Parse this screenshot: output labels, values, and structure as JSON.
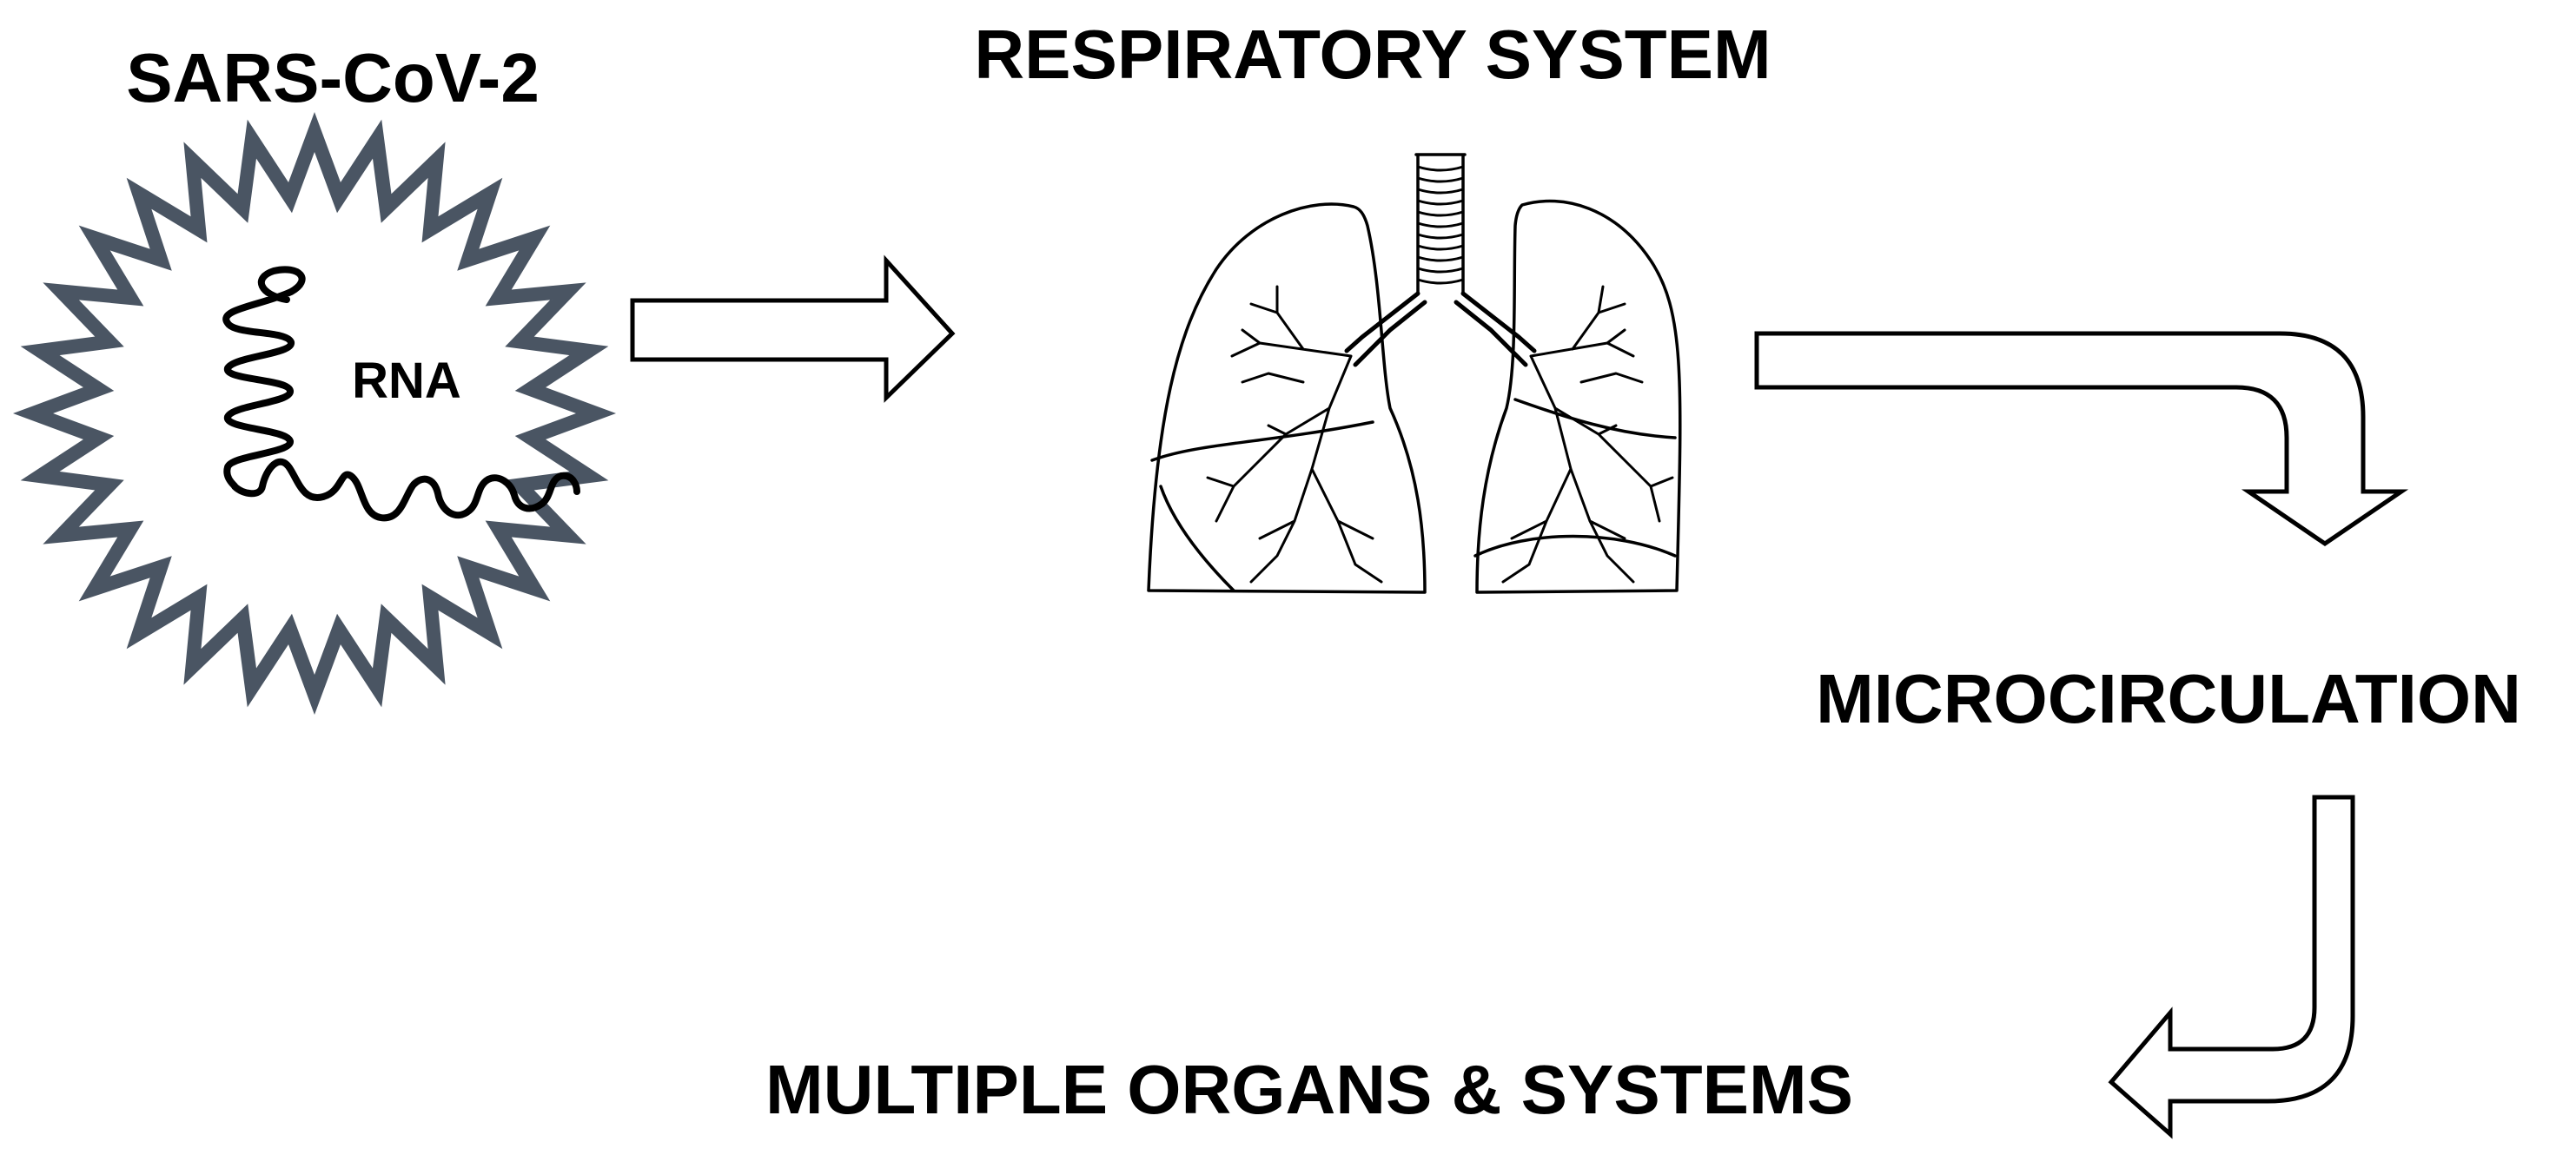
{
  "virus": {
    "title": "SARS-CoV-2",
    "inner_label": "RNA"
  },
  "respiratory": {
    "title": "RESPIRATORY SYSTEM"
  },
  "microcirculation": {
    "title": "MICROCIRCULATION"
  },
  "organs": {
    "title": "MULTIPLE ORGANS & SYSTEMS"
  },
  "icons": {
    "virus": "virus-icon",
    "rna": "rna-strand-icon",
    "lungs": "lungs-icon"
  },
  "colors": {
    "virus_outline": "#4a5563",
    "arrow_stroke": "#000000",
    "text": "#000000"
  }
}
